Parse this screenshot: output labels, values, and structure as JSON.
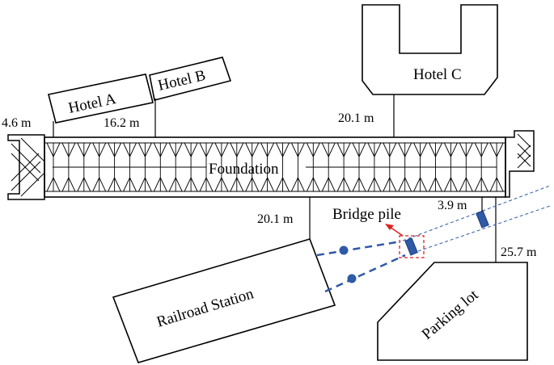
{
  "labels": {
    "hotel_a": "Hotel A",
    "hotel_b": "Hotel B",
    "hotel_c": "Hotel C",
    "foundation": "Foundation",
    "railroad_station": "Railroad Station",
    "parking_lot": "Parking lot",
    "bridge_pile": "Bridge pile"
  },
  "distances": {
    "hotel_a": "4.6 m",
    "hotel_b": "16.2 m",
    "hotel_c": "20.1 m",
    "railroad_station": "20.1 m",
    "bridge_pile": "3.9 m",
    "parking_lot": "25.7 m"
  },
  "colors": {
    "line": "#000000",
    "pile": "#2e5aa6",
    "highlight": "#e02020"
  }
}
